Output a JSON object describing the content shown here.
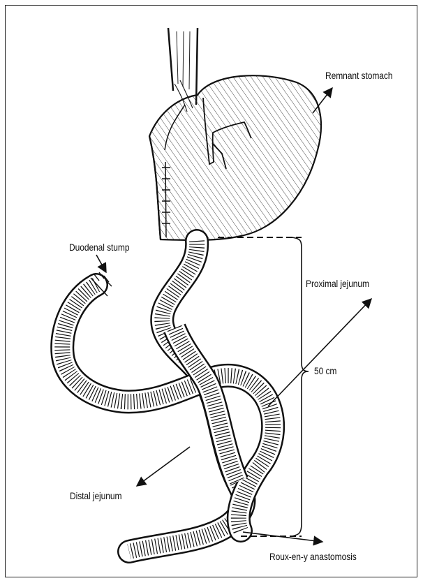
{
  "labels": {
    "remnant_stomach": "Remnant stomach",
    "duodenal_stump": "Duodenal stump",
    "proximal_jejunum": "Proximal jejunum",
    "measurement": "50 cm",
    "distal_jejunum": "Distal jejunum",
    "roux_anastomosis": "Roux-en-y anastomosis"
  }
}
